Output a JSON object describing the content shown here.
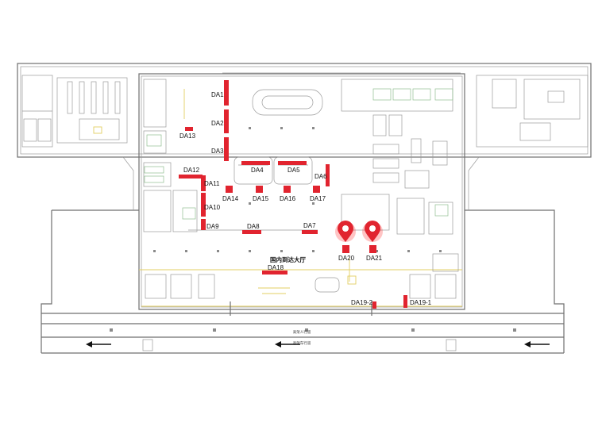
{
  "hall_label": "国内到达大厅",
  "road_labels": {
    "pedestrian": "高架人行道",
    "vehicle": "高架车行道"
  },
  "ad_spots": [
    "DA1",
    "DA2",
    "DA3",
    "DA4",
    "DA5",
    "DA6",
    "DA7",
    "DA8",
    "DA9",
    "DA10",
    "DA11",
    "DA12",
    "DA13",
    "DA14",
    "DA15",
    "DA16",
    "DA17",
    "DA18",
    "DA19-1",
    "DA19-2",
    "DA20",
    "DA21"
  ],
  "highlighted_spots": [
    "DA20",
    "DA21"
  ],
  "colors": {
    "ad_spot": "#e1242f",
    "marker": "#e1242f",
    "wall": "#6f6f6f",
    "accent_line": "#e3cf63"
  },
  "icons": {
    "marker": "map-pin-icon",
    "direction": "arrow-left-icon"
  }
}
